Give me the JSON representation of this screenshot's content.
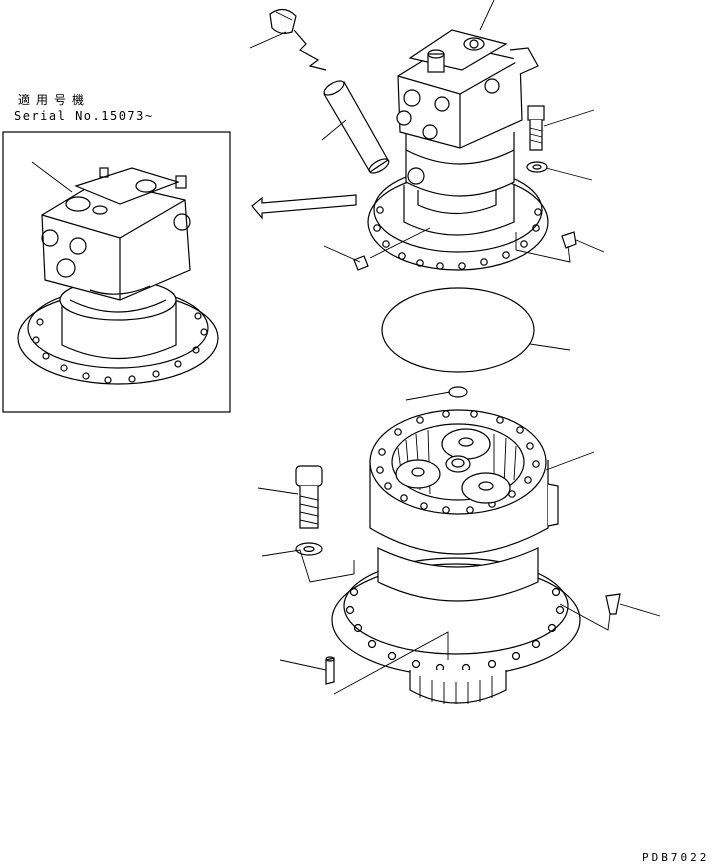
{
  "inset": {
    "title_jp": "適用号機",
    "serial": "Serial No.15073~"
  },
  "drawing_code": "PDB7022",
  "icons": {
    "arrow": "hollow-left-arrow-icon"
  },
  "colors": {
    "line": "#000000",
    "background": "#ffffff"
  }
}
